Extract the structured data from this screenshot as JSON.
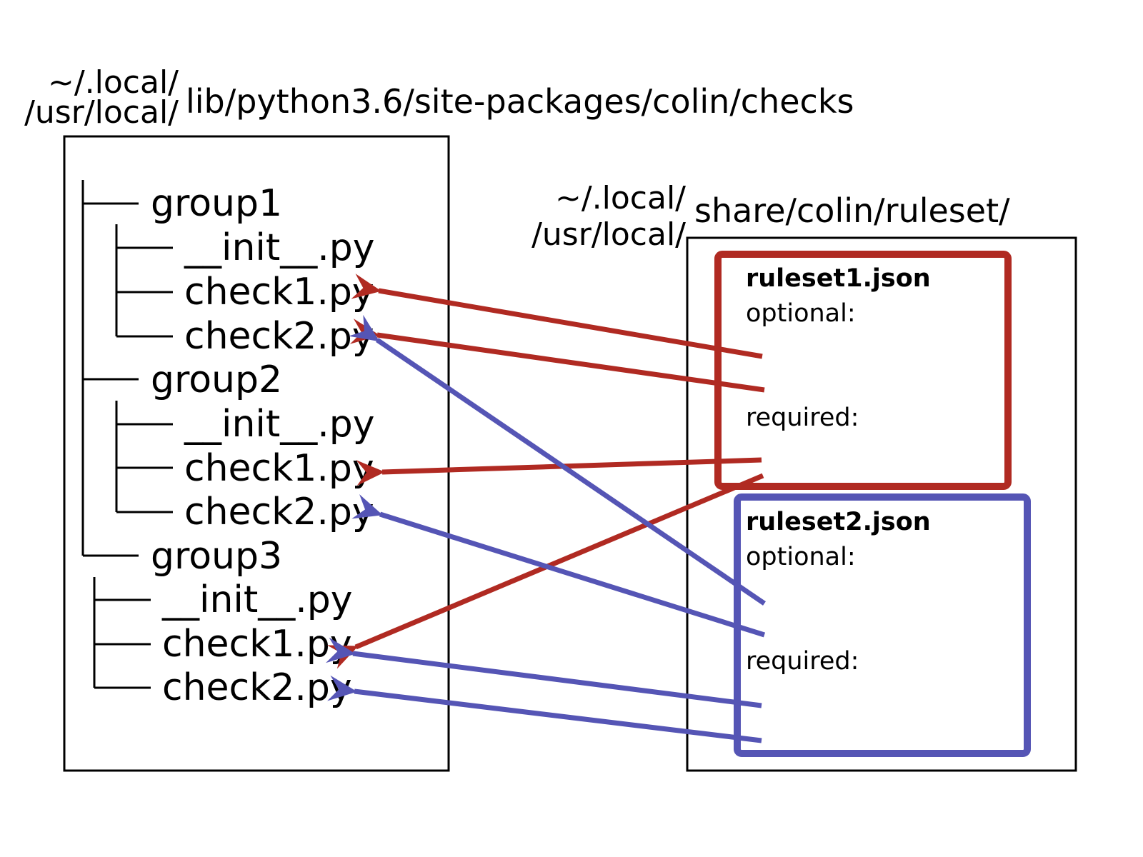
{
  "checks_dir": {
    "prefix_lines": [
      "~/.local/",
      "/usr/local/"
    ],
    "path": "lib/python3.6/site-packages/colin/checks",
    "tree": [
      {
        "name": "group1",
        "files": [
          "__init__.py",
          "check1.py",
          "check2.py"
        ]
      },
      {
        "name": "group2",
        "files": [
          "__init__.py",
          "check1.py",
          "check2.py"
        ]
      },
      {
        "name": "group3",
        "files": [
          "__init__.py",
          "check1.py",
          "check2.py"
        ]
      }
    ]
  },
  "ruleset_dir": {
    "prefix_lines": [
      "~/.local/",
      "/usr/local/"
    ],
    "path": "share/colin/ruleset/",
    "rulesets": [
      {
        "name": "ruleset1.json",
        "optional_label": "optional:",
        "required_label": "required:",
        "color": "#b02a22"
      },
      {
        "name": "ruleset2.json",
        "optional_label": "optional:",
        "required_label": "required:",
        "color": "#5555b5"
      }
    ]
  },
  "colors": {
    "ruleset1": "#b02a22",
    "ruleset2": "#5555b5",
    "lines": "#000000"
  },
  "arrows": [
    {
      "ruleset": "ruleset1.json",
      "section": "optional",
      "target": "group1/check1.py"
    },
    {
      "ruleset": "ruleset1.json",
      "section": "optional",
      "target": "group1/check2.py"
    },
    {
      "ruleset": "ruleset1.json",
      "section": "required",
      "target": "group2/check1.py"
    },
    {
      "ruleset": "ruleset1.json",
      "section": "required",
      "target": "group3/check1.py"
    },
    {
      "ruleset": "ruleset2.json",
      "section": "optional",
      "target": "group1/check2.py"
    },
    {
      "ruleset": "ruleset2.json",
      "section": "optional",
      "target": "group2/check2.py"
    },
    {
      "ruleset": "ruleset2.json",
      "section": "required",
      "target": "group3/check1.py"
    },
    {
      "ruleset": "ruleset2.json",
      "section": "required",
      "target": "group3/check2.py"
    }
  ]
}
